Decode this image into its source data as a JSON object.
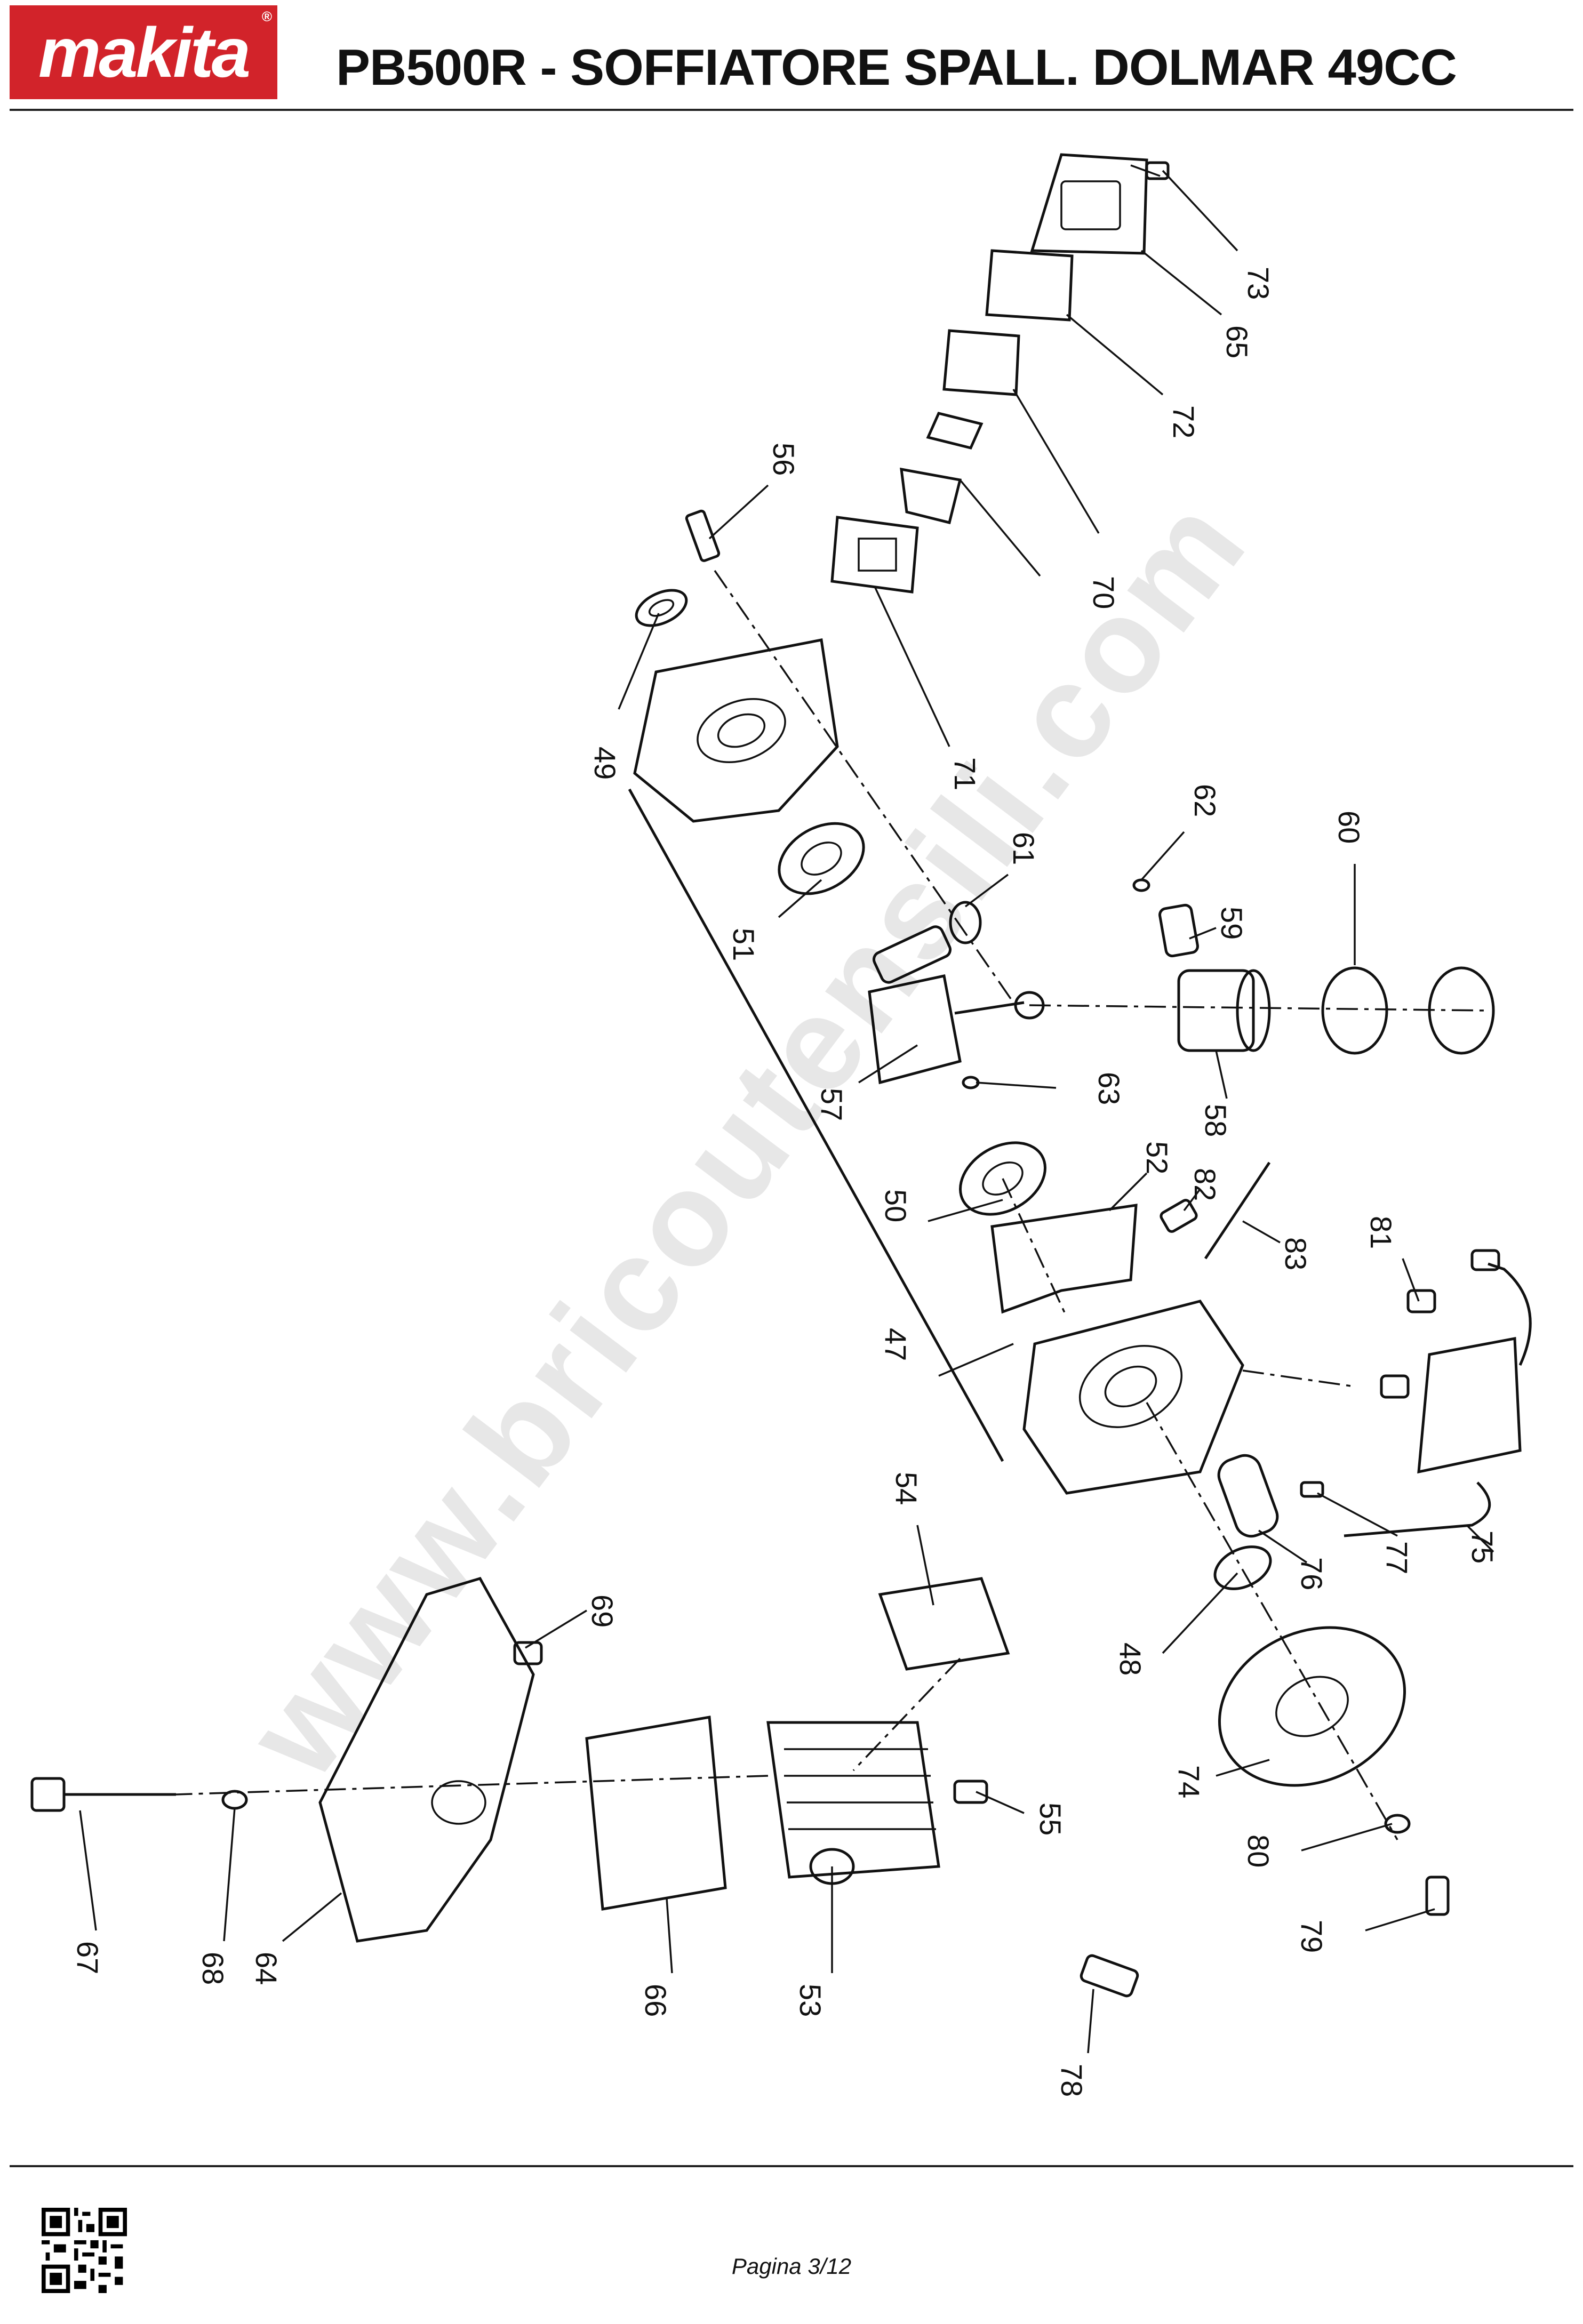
{
  "brand": {
    "logo_text": "makita",
    "reg_mark": "®",
    "brand_color": "#d2232a"
  },
  "header": {
    "title": "PB500R - SOFFIATORE SPALL. DOLMAR 49CC"
  },
  "watermark": {
    "text": "www.bricoutensili.com"
  },
  "footer": {
    "page_label": "Pagina 3/12"
  },
  "diagram": {
    "callouts": [
      "47",
      "48",
      "49",
      "50",
      "51",
      "52",
      "53",
      "54",
      "55",
      "56",
      "57",
      "58",
      "59",
      "60",
      "61",
      "62",
      "63",
      "64",
      "65",
      "66",
      "67",
      "68",
      "69",
      "70",
      "71",
      "72",
      "73",
      "74",
      "75",
      "76",
      "77",
      "78",
      "79",
      "80",
      "81",
      "82",
      "83"
    ]
  }
}
